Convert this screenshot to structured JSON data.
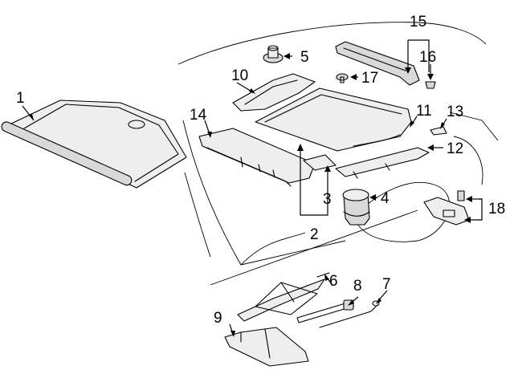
{
  "diagram": {
    "callouts": [
      {
        "id": "1",
        "label": "1"
      },
      {
        "id": "2",
        "label": "2"
      },
      {
        "id": "3",
        "label": "3"
      },
      {
        "id": "4",
        "label": "4"
      },
      {
        "id": "5",
        "label": "5"
      },
      {
        "id": "6",
        "label": "6"
      },
      {
        "id": "7",
        "label": "7"
      },
      {
        "id": "8",
        "label": "8"
      },
      {
        "id": "9",
        "label": "9"
      },
      {
        "id": "10",
        "label": "10"
      },
      {
        "id": "11",
        "label": "11"
      },
      {
        "id": "12",
        "label": "12"
      },
      {
        "id": "13",
        "label": "13"
      },
      {
        "id": "14",
        "label": "14"
      },
      {
        "id": "15",
        "label": "15"
      },
      {
        "id": "16",
        "label": "16"
      },
      {
        "id": "17",
        "label": "17"
      },
      {
        "id": "18",
        "label": "18"
      }
    ]
  }
}
